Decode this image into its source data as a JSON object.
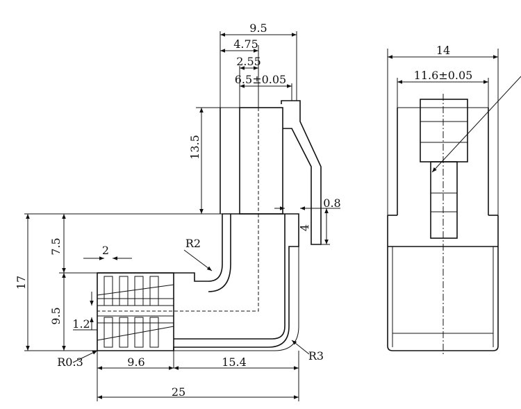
{
  "drawing": {
    "side_view": {
      "dims": {
        "top_width": "9.5",
        "half_width": "4.75",
        "inner_offset": "2.55",
        "slot_width": "6.5±0.05",
        "height_upper": "13.5",
        "tab_thickness": "0.8",
        "latch_height": "4",
        "height_mid": "7.5",
        "total_height": "17",
        "height_lower": "9.5",
        "fin_pitch": "2",
        "fin_gap": "1.2",
        "bend_radius_inner": "R2",
        "corner_radius": "R0.3",
        "bend_radius_outer": "R3",
        "fin_length": "9.6",
        "body_length": "15.4",
        "total_length": "25"
      }
    },
    "front_view": {
      "dims": {
        "total_width": "14",
        "inner_width": "11.6±0.05"
      }
    }
  }
}
